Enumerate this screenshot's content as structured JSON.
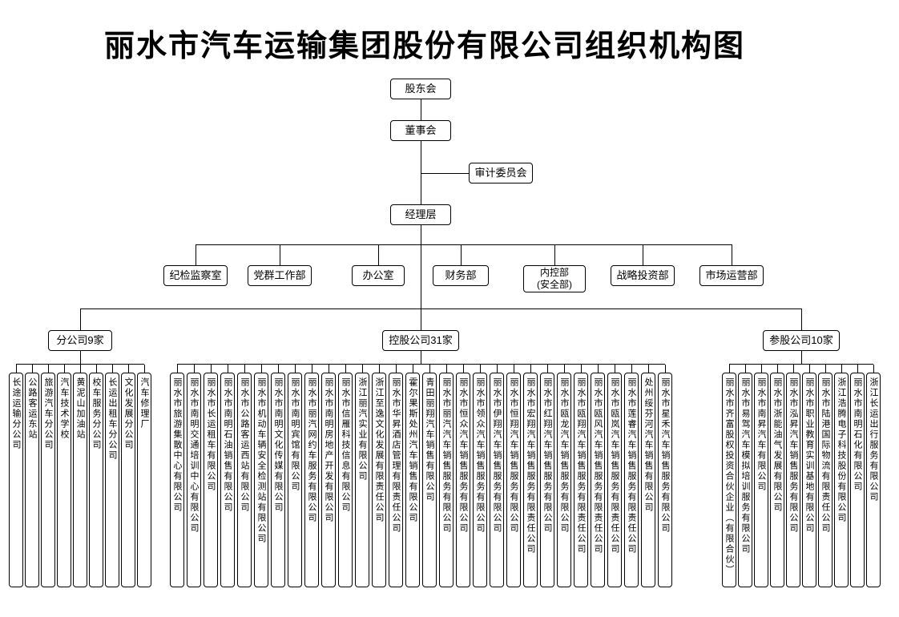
{
  "title": "丽水市汽车运输集团股份有限公司组织机构图",
  "nodes": {
    "shareholders": "股东会",
    "board": "董事会",
    "audit": "审计委员会",
    "management": "经理层"
  },
  "departments": [
    "纪检监察室",
    "党群工作部",
    "办公室",
    "财务部",
    "内控部\n(安全部)",
    "战略投资部",
    "市场运营部"
  ],
  "groups": [
    {
      "label": "分公司9家",
      "items": [
        "长途运输分公司",
        "公路客运东站",
        "旅游汽车分公司",
        "汽车技术学校",
        "黄泥山加油站",
        "校车服务分公司",
        "长运出租车分公司",
        "文化发展分公司",
        "汽车修理厂"
      ]
    },
    {
      "label": "控股公司31家",
      "items": [
        "丽水市旅游集散中心有限公司",
        "丽水市南明交通培训中心有限公司",
        "丽水市长运租车有限公司",
        "丽水市南明石油销售有限公司",
        "丽水市公路客运西站有限公司",
        "丽水市机动车辆安全检测站有限公司",
        "丽水市南明文化传媒有限公司",
        "丽水市南明宾馆有限公司",
        "丽水市丽汽网约车服务有限公司",
        "丽水市南明房地产开发有限公司",
        "丽水市信雁科技信息有限公司",
        "浙江丽汽实业有限公司",
        "浙江至逸文化发展有限责任公司",
        "丽水市华昇酒店管理有限责任公司",
        "霍尔果斯处州汽车销售有限公司",
        "青田丽翔汽车销售有限公司",
        "丽水市丽汽汽车销售服务有限公司",
        "丽水市恒众汽车销售服务有限公司",
        "丽水市领众汽车销售服务有限公司",
        "丽水市伊翔汽车销售服务有限公司",
        "丽水市恒翔汽车销售服务有限公司",
        "丽水市宏翔汽车销售服务有限责任公司",
        "丽水市红翔汽车销售服务有限公司",
        "丽水市瓯龙汽车销售服务有限公司",
        "丽水市瓯翔汽车销售服务有限责任公司",
        "丽水市瓯风汽车销售服务有限责任公司",
        "丽水市瓯岚汽车销售服务有限责任公司",
        "丽水市莲睿汽车销售服务有限责任公司",
        "处州绥芬河汽车销售有限公司",
        "丽水市星禾汽车销售服务有限公司"
      ]
    },
    {
      "label": "参股公司10家",
      "items": [
        "丽水市齐富股权投资合伙企业（有限合伙）",
        "丽水市易驾汽车模拟培训服务有限公司",
        "丽水市南昇汽车有限公司",
        "丽水市浙能油气发展有限公司",
        "丽水市泓昇汽车销售服务有限公司",
        "丽水市职业教育实训基地有限公司",
        "丽水市陆港国际物流有限责任公司",
        "浙江浩腾电子科技股份有限公司",
        "丽水市南明石化有限公司",
        "浙江长运出行服务有限公司"
      ]
    }
  ]
}
